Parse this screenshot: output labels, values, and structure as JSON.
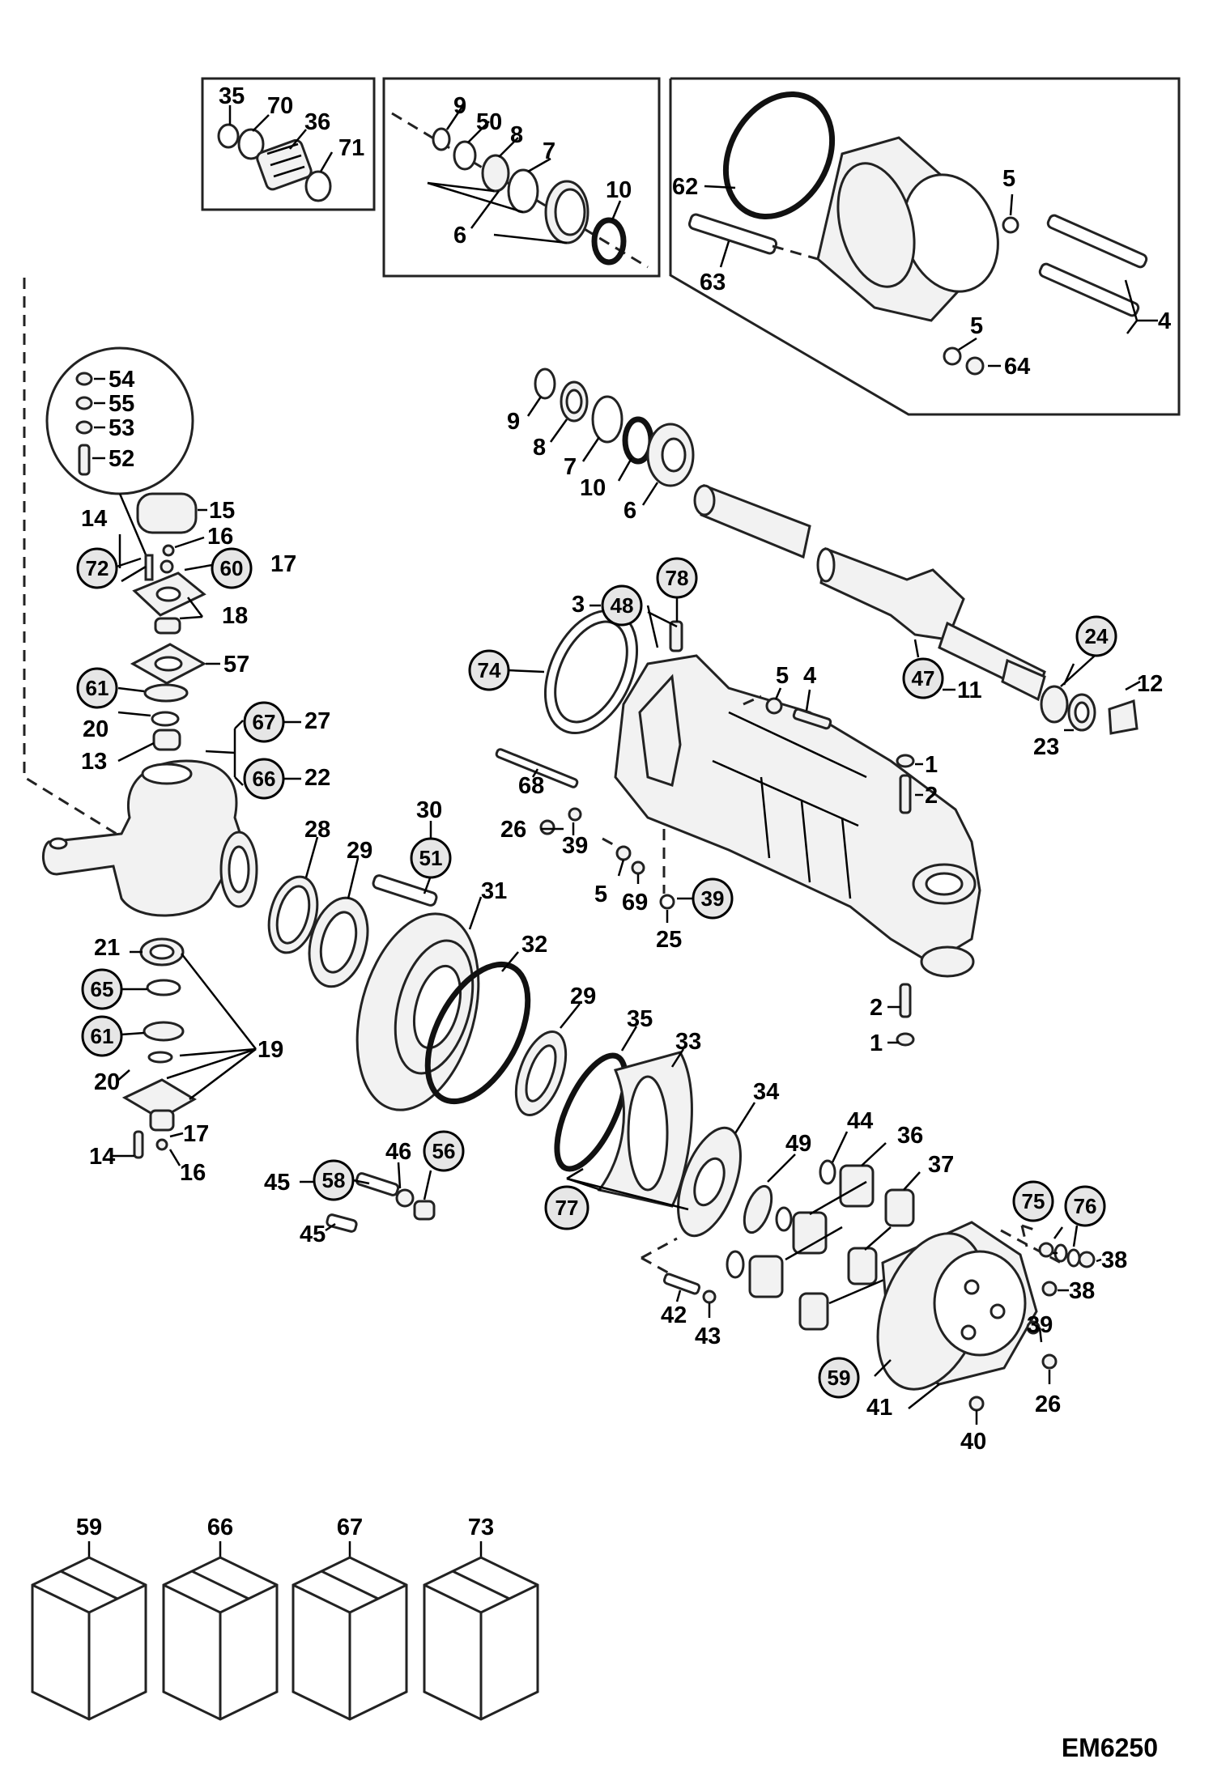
{
  "figure_code": "EM6250",
  "inset_top_left": {
    "labels": [
      "35",
      "70",
      "36",
      "71"
    ]
  },
  "inset_top_middle": {
    "labels": [
      "9",
      "50",
      "8",
      "7",
      "10",
      "6"
    ]
  },
  "inset_top_right": {
    "labels": [
      "62",
      "5",
      "63",
      "4",
      "5",
      "64"
    ]
  },
  "detail_circle": {
    "labels": [
      "54",
      "55",
      "53",
      "52"
    ]
  },
  "plain_labels": {
    "p9": "9",
    "p8": "8",
    "p7": "7",
    "p10": "10",
    "p6": "6",
    "p14a": "14",
    "p15": "15",
    "p16a": "16",
    "p17a": "17",
    "p18": "18",
    "p57": "57",
    "p20a": "20",
    "p13": "13",
    "p27": "27",
    "p22": "22",
    "p3": "3",
    "p5a": "5",
    "p4a": "4",
    "p11": "11",
    "p12": "12",
    "p23": "23",
    "p68": "68",
    "p1a": "1",
    "p2a": "2",
    "p26a": "26",
    "p39a": "39",
    "p5b": "5",
    "p69": "69",
    "p25": "25",
    "p28": "28",
    "p29a": "29",
    "p30": "30",
    "p31": "31",
    "p32": "32",
    "p29b": "29",
    "p35": "35",
    "p33": "33",
    "p2b": "2",
    "p1b": "1",
    "p21": "21",
    "p19": "19",
    "p20b": "20",
    "p17b": "17",
    "p14b": "14",
    "p16b": "16",
    "p45a": "45",
    "p46": "46",
    "p45b": "45",
    "p34": "34",
    "p49": "49",
    "p44": "44",
    "p36": "36",
    "p37": "37",
    "p38a": "38",
    "p38b": "38",
    "p42": "42",
    "p43": "43",
    "p39b": "39",
    "p26b": "26",
    "p41": "41",
    "p40": "40"
  },
  "callouts": {
    "c72": "72",
    "c60": "60",
    "c61a": "61",
    "c67": "67",
    "c66": "66",
    "c48": "48",
    "c78": "78",
    "c74": "74",
    "c24": "24",
    "c47": "47",
    "c39": "39",
    "c51": "51",
    "c65": "65",
    "c61b": "61",
    "c58": "58",
    "c56": "56",
    "c77": "77",
    "c75": "75",
    "c76": "76",
    "c59": "59"
  },
  "kits": [
    {
      "label": "59"
    },
    {
      "label": "66"
    },
    {
      "label": "67"
    },
    {
      "label": "73"
    }
  ]
}
